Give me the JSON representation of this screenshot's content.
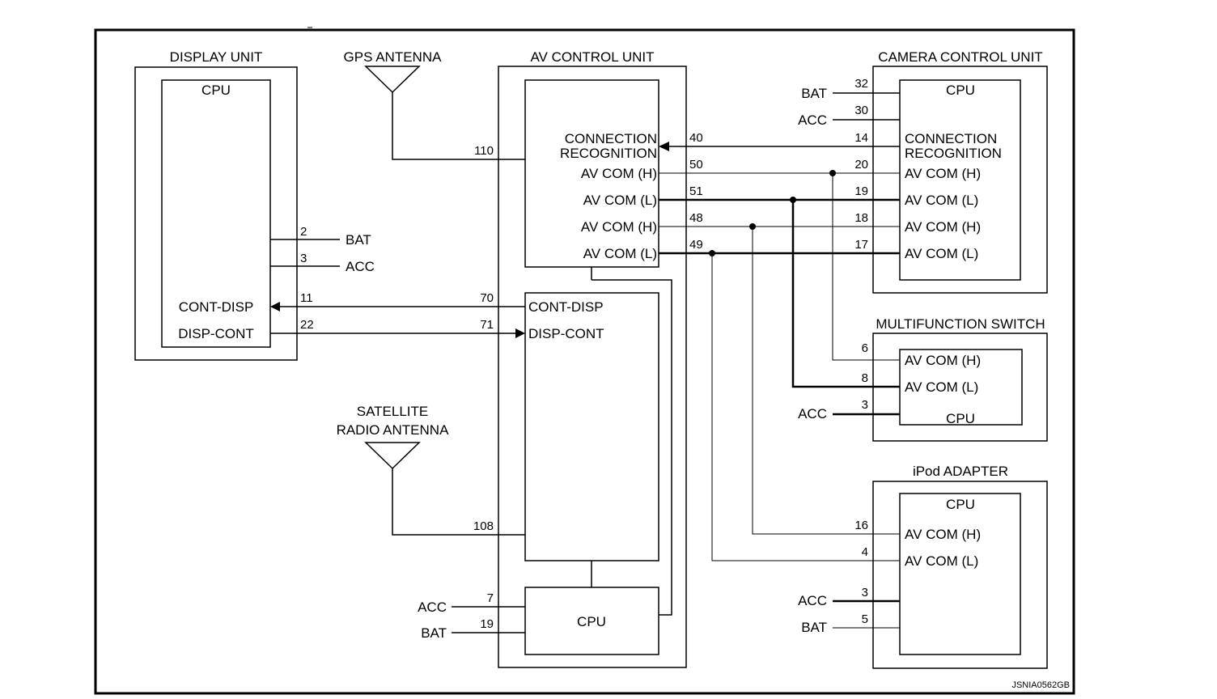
{
  "blocks": {
    "display_unit": {
      "title": "DISPLAY UNIT",
      "cpu": "CPU",
      "cont_disp": "CONT-DISP",
      "disp_cont": "DISP-CONT"
    },
    "gps_antenna": {
      "title": "GPS ANTENNA"
    },
    "av_control_unit": {
      "title": "AV CONTROL UNIT",
      "conn_rec_1": "CONNECTION",
      "conn_rec_2": "RECOGNITION",
      "av_com_h": "AV COM (H)",
      "av_com_l": "AV COM (L)",
      "cont_disp": "CONT-DISP",
      "disp_cont": "DISP-CONT",
      "cpu": "CPU"
    },
    "camera_control_unit": {
      "title": "CAMERA CONTROL UNIT",
      "cpu": "CPU",
      "conn_rec_1": "CONNECTION",
      "conn_rec_2": "RECOGNITION",
      "av_com_h": "AV COM (H)",
      "av_com_l": "AV COM (L)"
    },
    "multifunction_switch": {
      "title": "MULTIFUNCTION  SWITCH",
      "av_com_h": "AV COM (H)",
      "av_com_l": "AV COM (L)",
      "cpu": "CPU"
    },
    "satellite_antenna": {
      "title_1": "SATELLITE",
      "title_2": "RADIO ANTENNA"
    },
    "ipod_adapter": {
      "title": "iPod ADAPTER",
      "cpu": "CPU",
      "av_com_h": "AV COM (H)",
      "av_com_l": "AV COM (L)"
    }
  },
  "supply": {
    "bat": "BAT",
    "acc": "ACC"
  },
  "pins": {
    "du_bat": "2",
    "du_acc": "3",
    "du_cont_disp": "11",
    "du_disp_cont": "22",
    "av_gps": "110",
    "av_conn": "40",
    "av_com_h1": "50",
    "av_com_l1": "51",
    "av_com_h2": "48",
    "av_com_l2": "49",
    "av_cont_disp": "70",
    "av_disp_cont": "71",
    "av_sat": "108",
    "av_acc": "7",
    "av_bat": "19",
    "cam_bat": "32",
    "cam_acc": "30",
    "cam_conn": "14",
    "cam_com_h1": "20",
    "cam_com_l1": "19",
    "cam_com_h2": "18",
    "cam_com_l2": "17",
    "msw_com_h": "6",
    "msw_com_l": "8",
    "msw_acc": "3",
    "ipod_com_h": "16",
    "ipod_com_l": "4",
    "ipod_acc": "3",
    "ipod_bat": "5"
  },
  "code": "JSNIA0562GB"
}
